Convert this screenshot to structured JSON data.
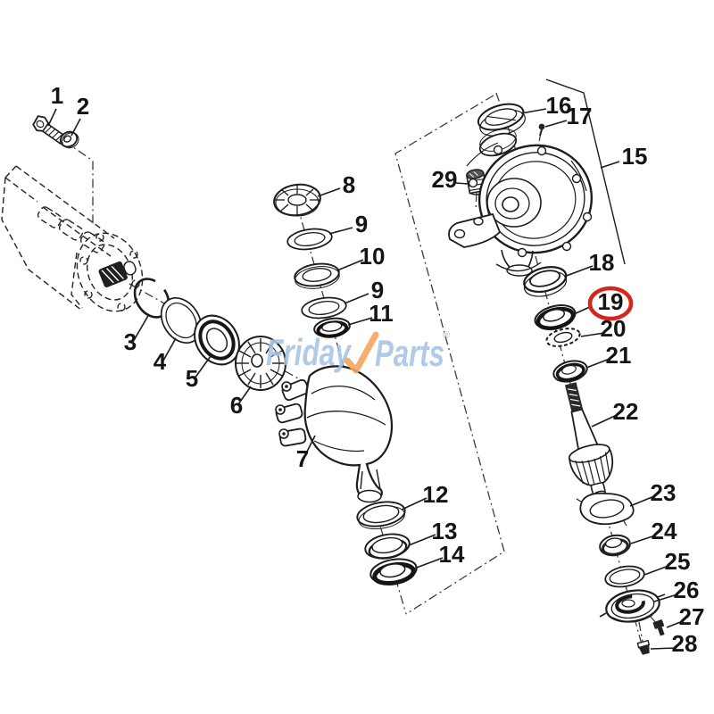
{
  "brand": {
    "name_part1": "Friday",
    "name_part2": "Parts",
    "registered": "®",
    "blue": "#a6c4e4",
    "orange": "#f3a55f"
  },
  "highlight": {
    "label": "19",
    "color": "#d3261d"
  },
  "diagram": {
    "type": "exploded-parts-diagram",
    "subject": "front axle steering knuckle and bevel pinion assembly"
  },
  "callouts": [
    {
      "label": "1"
    },
    {
      "label": "2"
    },
    {
      "label": "3"
    },
    {
      "label": "4"
    },
    {
      "label": "5"
    },
    {
      "label": "6"
    },
    {
      "label": "7"
    },
    {
      "label": "8"
    },
    {
      "label": "9"
    },
    {
      "label": "10"
    },
    {
      "label": "9"
    },
    {
      "label": "11"
    },
    {
      "label": "12"
    },
    {
      "label": "13"
    },
    {
      "label": "14"
    },
    {
      "label": "15"
    },
    {
      "label": "16"
    },
    {
      "label": "17"
    },
    {
      "label": "18"
    },
    {
      "label": "19"
    },
    {
      "label": "20"
    },
    {
      "label": "21"
    },
    {
      "label": "22"
    },
    {
      "label": "23"
    },
    {
      "label": "24"
    },
    {
      "label": "25"
    },
    {
      "label": "26"
    },
    {
      "label": "27"
    },
    {
      "label": "28"
    },
    {
      "label": "29"
    }
  ]
}
